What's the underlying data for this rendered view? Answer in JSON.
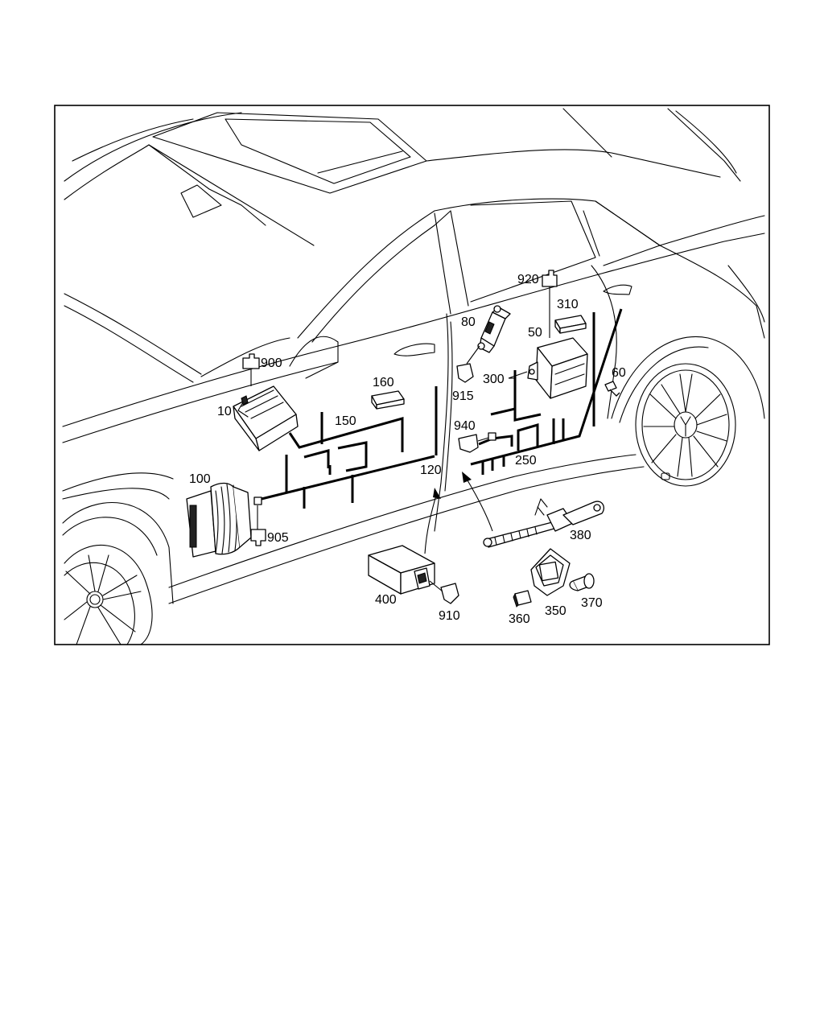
{
  "diagram": {
    "labels": {
      "p10": "10",
      "p50": "50",
      "p60": "60",
      "p80": "80",
      "p100": "100",
      "p120": "120",
      "p150": "150",
      "p160": "160",
      "p250": "250",
      "p300": "300",
      "p310": "310",
      "p350": "350",
      "p360": "360",
      "p370": "370",
      "p380": "380",
      "p400": "400",
      "p900": "900",
      "p905": "905",
      "p910": "910",
      "p915": "915",
      "p920": "920",
      "p940": "940"
    }
  }
}
